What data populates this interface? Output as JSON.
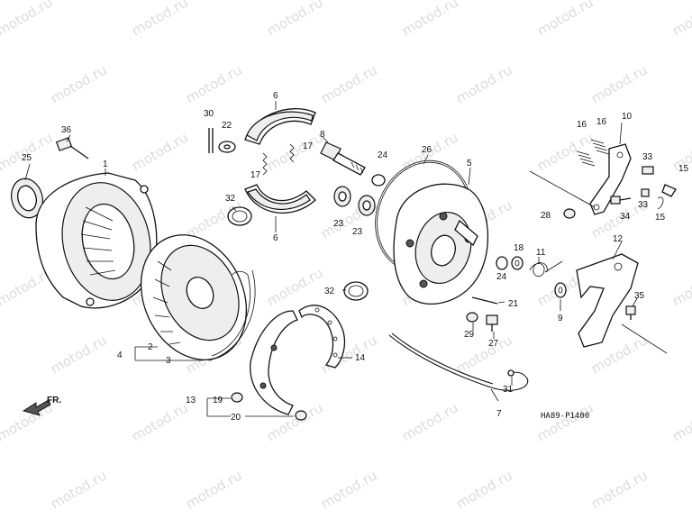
{
  "watermark": "motod.ru",
  "diagram_code": "HA89-P1400",
  "direction_label": "FR.",
  "callouts": {
    "c1": "1",
    "c2": "2",
    "c3": "3",
    "c4": "4",
    "c5": "5",
    "c6a": "6",
    "c6b": "6",
    "c7": "7",
    "c8": "8",
    "c9": "9",
    "c10": "10",
    "c11": "11",
    "c12": "12",
    "c13": "13",
    "c14": "14",
    "c15a": "15",
    "c15b": "15",
    "c16a": "16",
    "c16b": "16",
    "c17a": "17",
    "c17b": "17",
    "c18": "18",
    "c19": "19",
    "c20": "20",
    "c21": "21",
    "c22": "22",
    "c23a": "23",
    "c23b": "23",
    "c24a": "24",
    "c24b": "24",
    "c25": "25",
    "c26": "26",
    "c27": "27",
    "c28": "28",
    "c29": "29",
    "c30": "30",
    "c31": "31",
    "c32a": "32",
    "c32b": "32",
    "c33a": "33",
    "c33b": "33",
    "c34": "34",
    "c35": "35",
    "c36": "36"
  },
  "colors": {
    "line": "#111111",
    "watermark": "#dcdcdc",
    "background": "#ffffff"
  }
}
